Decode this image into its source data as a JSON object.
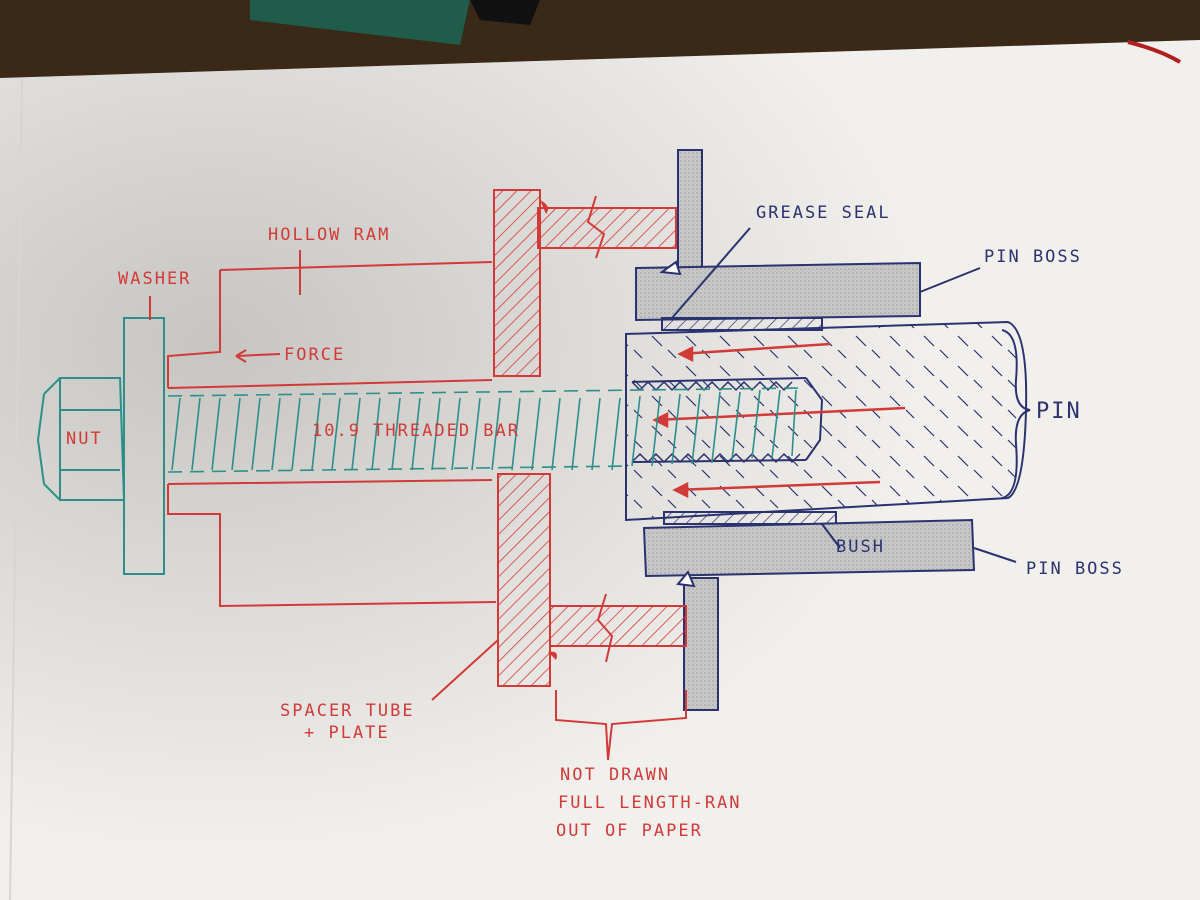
{
  "labels": {
    "washer": "WASHER",
    "hollow_ram": "HOLLOW RAM",
    "force": "FORCE",
    "nut": "NUT",
    "threaded_bar": "10.9 THREADED BAR",
    "grease_seal": "GREASE SEAL",
    "pin_boss_top": "PIN BOSS",
    "pin": "PIN",
    "bush": "BUSH",
    "pin_boss_bottom": "PIN BOSS",
    "spacer_line1": "SPACER TUBE",
    "spacer_line2": "+ PLATE",
    "note_line1": "NOT DRAWN",
    "note_line2": "FULL LENGTH-RAN",
    "note_line3": "OUT OF PAPER"
  },
  "colors": {
    "paper": "#f2f0ec",
    "table": "#3a2818",
    "red_ink": "#d23a3a",
    "blue_ink": "#2a3270",
    "green_ink": "#2e8f8a",
    "pencil_grey": "#a8a8a8"
  }
}
